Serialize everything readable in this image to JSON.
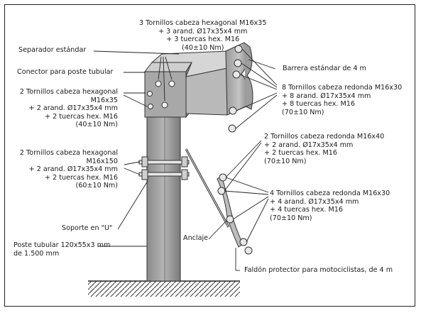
{
  "labels": {
    "top_bolts": "3 Tornillos cabeza hexagonal M16x35\n+ 3 arand. Ø17x35x4 mm\n+ 3 tuercas hex. M16\n(40±10 Nm)",
    "separador": "Separador estándar",
    "conector": "Conector para poste tubular",
    "left_bolts_1": "2 Tornillos cabeza hexagonal\nM16x35\n+ 2 arand. Ø17x35x4 mm\n+ 2 tuercas hex. M16\n(40±10 Nm)",
    "left_bolts_2": "2 Tornillos cabeza hexagonal\nM16x150\n+ 2 arand. Ø17x35x4 mm\n+ 2 tuercas hex. M16\n(60±10 Nm)",
    "soporte_u": "Soporte en \"U\"",
    "poste": "Poste tubular 120x55x3 mm\nde 1.500 mm",
    "barrera": "Barrera estándar de 4 m",
    "right_bolts_8": "8 Tornillos cabeza redonda M16x30\n+ 8 arand. Ø17x35x4 mm\n+ 8 tuercas hex. M16\n(70±10 Nm)",
    "right_bolts_2": "2 Tornillos cabeza redonda M16x40\n+ 2 arand. Ø17x35x4 mm\n+ 2 tuercas hex. M16\n(70±10 Nm)",
    "right_bolts_4": "4 Tornillos cabeza redonda M16x30\n+ 4 arand. Ø17x35x4 mm\n+ 4 tuercas hex. M16\n(70±10 Nm)",
    "anclaje": "Anclaje",
    "faldon": "Faldón protector para motociclistas, de 4 m"
  }
}
